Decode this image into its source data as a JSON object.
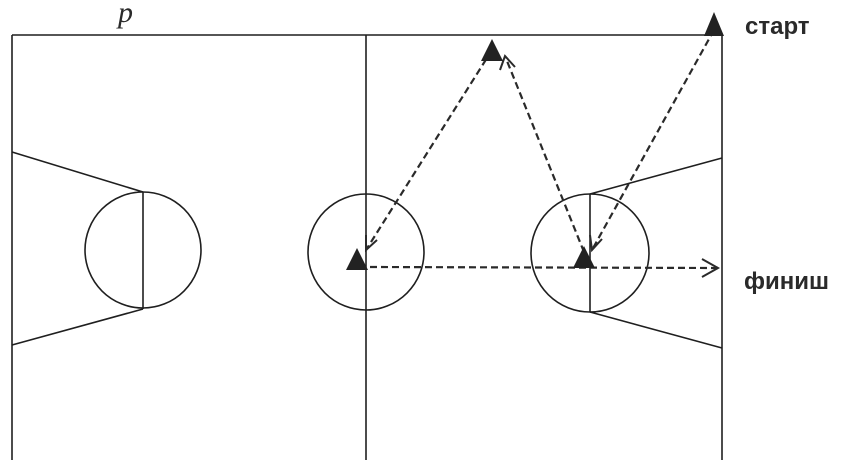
{
  "top_fragment": "р",
  "labels": {
    "start": "старт",
    "finish": "финиш"
  },
  "colors": {
    "line": "#1f1f1f",
    "cone": "#222222",
    "background": "#ffffff"
  }
}
